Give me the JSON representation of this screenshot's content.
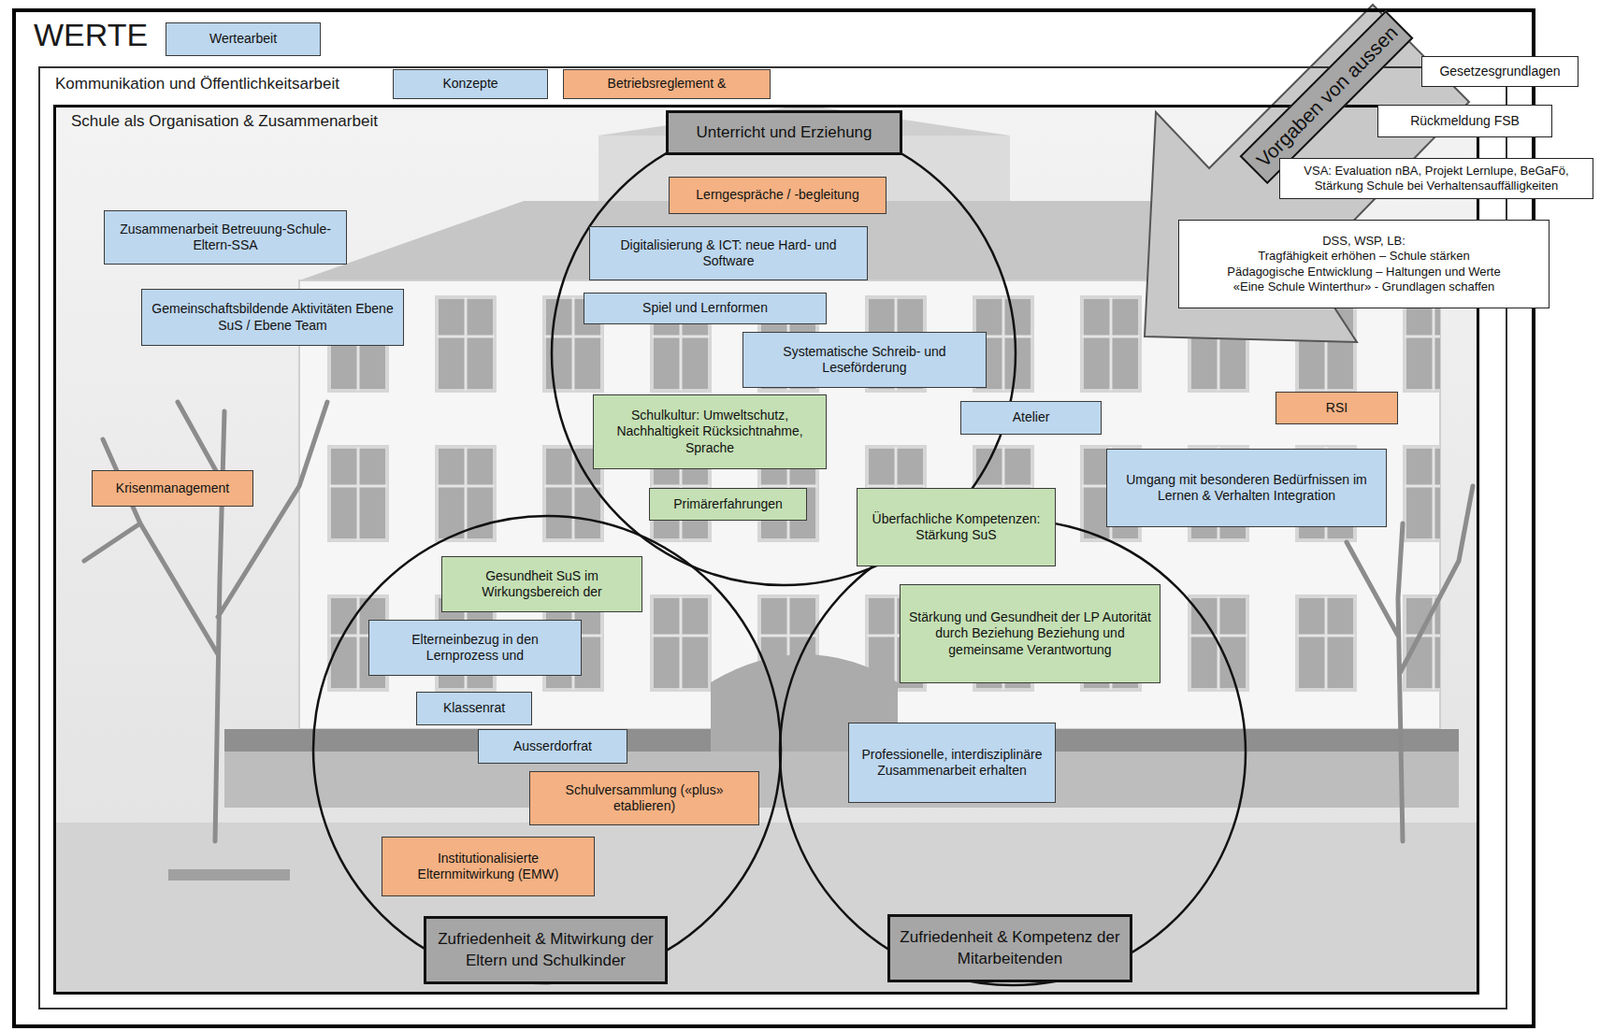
{
  "diagram": {
    "nodes": [
      {
        "text": [
          "WERTE"
        ]
      },
      {
        "text": [
          "Wertearbeit"
        ],
        "in": 0
      },
      {
        "text": [
          "Kommunikation und Öffentlichkeitsarbeit"
        ],
        "in": 0
      },
      {
        "text": [
          "Konzepte"
        ],
        "in": 2
      },
      {
        "text": [
          "Betriebsreglement &"
        ],
        "in": 2
      },
      {
        "text": [
          "Schule als Organisation & Zusammenarbeit"
        ],
        "in": 2
      },
      {
        "text": [
          "Unterricht und Erziehung"
        ],
        "in": 5
      },
      {
        "text": [
          "Lerngespräche / -begleitung"
        ],
        "in": 5
      },
      {
        "text": [
          "Zusammenarbeit Betreuung-Schule-Eltern-SSA"
        ],
        "in": 5
      },
      {
        "text": [
          "Digitalisierung & ICT: neue Hard- und Software"
        ],
        "in": 5
      },
      {
        "text": [
          "Gemeinschaftsbildende Aktivitäten Ebene SuS / Ebene Team"
        ],
        "in": 5
      },
      {
        "text": [
          "Spiel und Lernformen"
        ],
        "in": 5
      },
      {
        "text": [
          "Systematische Schreib- und Leseförderung"
        ],
        "in": 5
      },
      {
        "text": [
          "RSI"
        ],
        "in": 5
      },
      {
        "text": [
          "Atelier"
        ],
        "in": 5
      },
      {
        "text": [
          "Schulkultur: Umweltschutz, Nachhaltigkeit Rücksichtnahme, Sprache"
        ],
        "in": 5
      },
      {
        "text": [
          "Umgang mit besonderen Bedürfnissen im Lernen & Verhalten Integration"
        ],
        "in": 5
      },
      {
        "text": [
          "Krisenmanagement"
        ],
        "in": 5
      },
      {
        "text": [
          "Primärerfahrungen"
        ],
        "in": 5
      },
      {
        "text": [
          "Überfachliche Kompetenzen: Stärkung SuS"
        ],
        "in": 5
      },
      {
        "text": [
          "Gesundheit SuS im Wirkungsbereich der"
        ],
        "in": 5
      },
      {
        "text": [
          "Stärkung und Gesundheit der LP Autorität durch Beziehung Beziehung und gemeinsame Verantwortung"
        ],
        "in": 5
      },
      {
        "text": [
          "Elterneinbezug in den Lernprozess und"
        ],
        "in": 5
      },
      {
        "text": [
          "Klassenrat"
        ],
        "in": 5
      },
      {
        "text": [
          "Professionelle, interdisziplinäre Zusammenarbeit erhalten"
        ],
        "in": 5
      },
      {
        "text": [
          "Ausserdorfrat"
        ],
        "in": 5
      },
      {
        "text": [
          "Schulversammlung («plus» etablieren)"
        ],
        "in": 5
      },
      {
        "text": [
          "Institutionalisierte Elternmitwirkung (EMW)"
        ],
        "in": 5
      },
      {
        "text": [
          "Zufriedenheit & Mitwirkung der Eltern und Schulkinder"
        ],
        "in": 5
      },
      {
        "text": [
          "Zufriedenheit & Kompetenz der Mitarbeitenden"
        ],
        "in": 5
      },
      {
        "text": [
          "Vorgaben von aussen"
        ]
      },
      {
        "text": [
          "Gesetzesgrundlagen"
        ]
      },
      {
        "text": [
          "Rückmeldung FSB"
        ]
      },
      {
        "text": [
          "VSA: Evaluation nBA, Projekt Lernlupe, BeGaFö, Stärkung Schule bei Verhaltensauffälligkeiten"
        ]
      },
      {
        "text": [
          "DSS, WSP, LB:",
          "Tragfähigkeit erhöhen – Schule stärken",
          "Pädagogische Entwicklung – Haltungen und Werte",
          "«Eine Schule Winterthur» - Grundlagen schaffen"
        ]
      }
    ]
  }
}
